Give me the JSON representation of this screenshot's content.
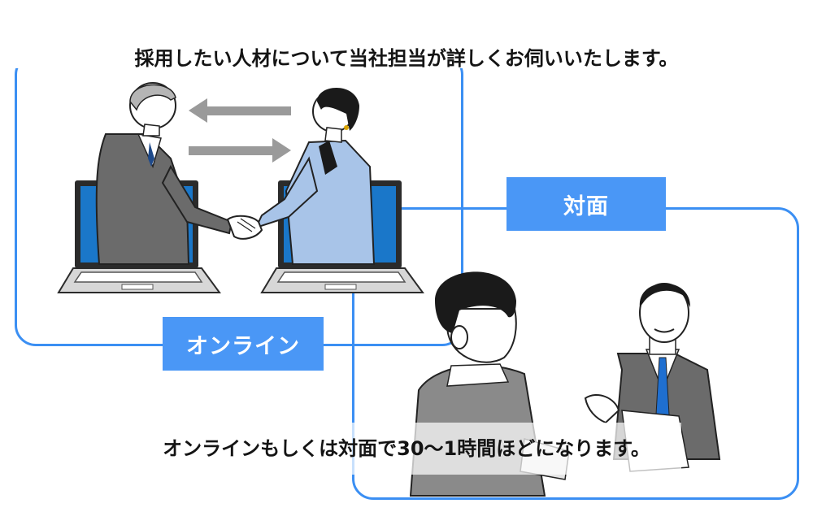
{
  "captions": {
    "top": "採用したい人材について当社担当が詳しくお伺いいたします。",
    "bottom": "オンラインもしくは対面で30〜1時間ほどになります。"
  },
  "labels": {
    "online": "オンライン",
    "face_to_face": "対面"
  },
  "colors": {
    "frame": "#3b8ff3",
    "label_bg": "#4a97f6",
    "label_text": "#ffffff",
    "screen_blue": "#1a77c9",
    "suit_gray": "#6b6b6b",
    "jacket_blue": "#a8c4e8",
    "tie_blue": "#1f6fd0",
    "arrow_gray": "#9a9a9a"
  },
  "icons": [
    "arrow-left-icon",
    "arrow-right-icon",
    "laptop-icon"
  ]
}
